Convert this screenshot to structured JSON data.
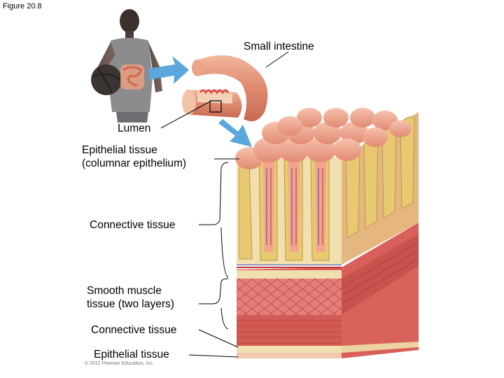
{
  "figure_label": "Figure 20.8",
  "labels": {
    "small_intestine": "Small intestine",
    "lumen": "Lumen",
    "epithelial_columnar_line1": "Epithelial tissue",
    "epithelial_columnar_line2": "(columnar epithelium)",
    "connective_tissue_upper": "Connective tissue",
    "smooth_muscle_line1": "Smooth muscle",
    "smooth_muscle_line2": "tissue (two layers)",
    "connective_tissue_lower": "Connective tissue",
    "epithelial_tissue_lower": "Epithelial tissue"
  },
  "copyright": "© 2012 Pearson Education, Inc.",
  "colors": {
    "arrow": "#5aa7dc",
    "villus": "#e8907a",
    "epithelium": "#e8c870",
    "muscle": "#d9605a",
    "connective": "#f2dfb0"
  }
}
